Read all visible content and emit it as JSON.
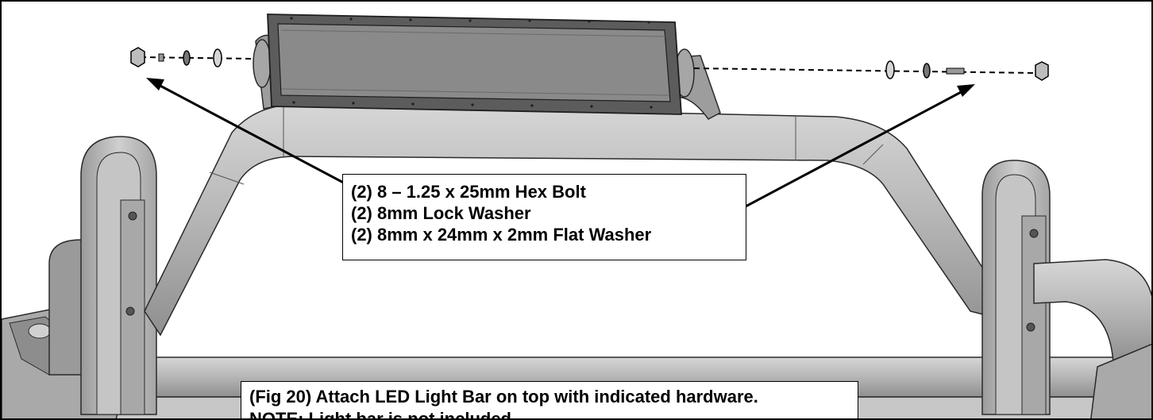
{
  "hardware_callout": {
    "lines": [
      "(2) 8 – 1.25 x 25mm Hex Bolt",
      "(2) 8mm Lock Washer",
      "(2) 8mm x 24mm x 2mm Flat Washer"
    ]
  },
  "caption": {
    "line1": "(Fig 20) Attach LED Light Bar on top with indicated hardware.",
    "line2": "NOTE: Light bar is not included."
  },
  "colors": {
    "tube": "#b9b9b9",
    "tube_shadow": "#8f8f8f",
    "light_bar_face": "#8a8a8a",
    "outline": "#2a2a2a",
    "background": "#ffffff"
  }
}
